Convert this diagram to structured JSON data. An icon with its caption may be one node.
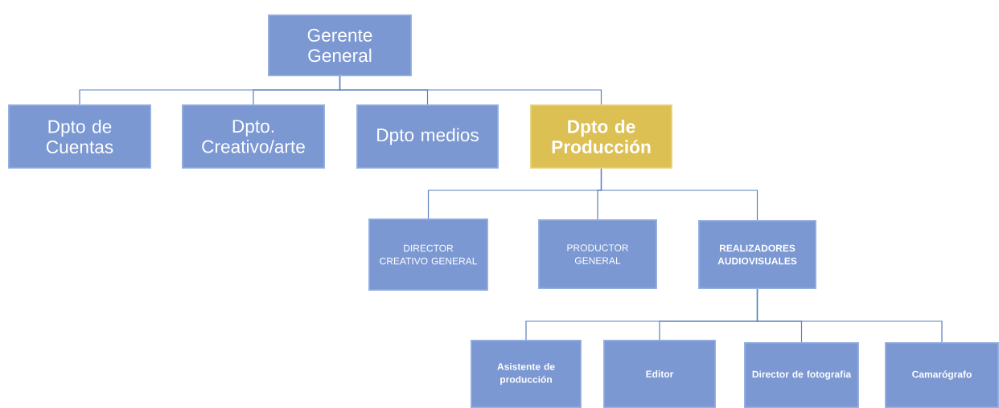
{
  "diagram": {
    "nodes": [
      {
        "text": [
          "Gerente General"
        ]
      },
      {
        "text": [
          "Dpto de Cuentas"
        ]
      },
      {
        "text": [
          "Dpto. Creativo/arte"
        ]
      },
      {
        "text": [
          "Dpto medios"
        ]
      },
      {
        "text": [
          "Dpto de Producción"
        ]
      },
      {
        "text": [
          "DIRECTOR CREATIVO GENERAL"
        ]
      },
      {
        "text": [
          "PRODUCTOR GENERAL"
        ]
      },
      {
        "text": [
          "REALIZADORES AUDIOVISUALES"
        ]
      },
      {
        "text": [
          "Asistente de producción"
        ]
      },
      {
        "text": [
          "Editor"
        ]
      },
      {
        "text": [
          "Director de fotografia"
        ]
      },
      {
        "text": [
          "Camarógrafo"
        ]
      }
    ],
    "edges": [
      {
        "from": 0,
        "to": 1,
        "arrow": "none"
      },
      {
        "from": 0,
        "to": 2,
        "arrow": "none"
      },
      {
        "from": 0,
        "to": 3,
        "arrow": "none"
      },
      {
        "from": 0,
        "to": 4,
        "arrow": "none"
      },
      {
        "from": 4,
        "to": 5,
        "arrow": "none"
      },
      {
        "from": 4,
        "to": 6,
        "arrow": "none"
      },
      {
        "from": 4,
        "to": 7,
        "arrow": "none"
      },
      {
        "from": 7,
        "to": 8,
        "arrow": "none"
      },
      {
        "from": 7,
        "to": 9,
        "arrow": "none"
      },
      {
        "from": 7,
        "to": 10,
        "arrow": "none"
      },
      {
        "from": 7,
        "to": 11,
        "arrow": "none"
      }
    ]
  }
}
